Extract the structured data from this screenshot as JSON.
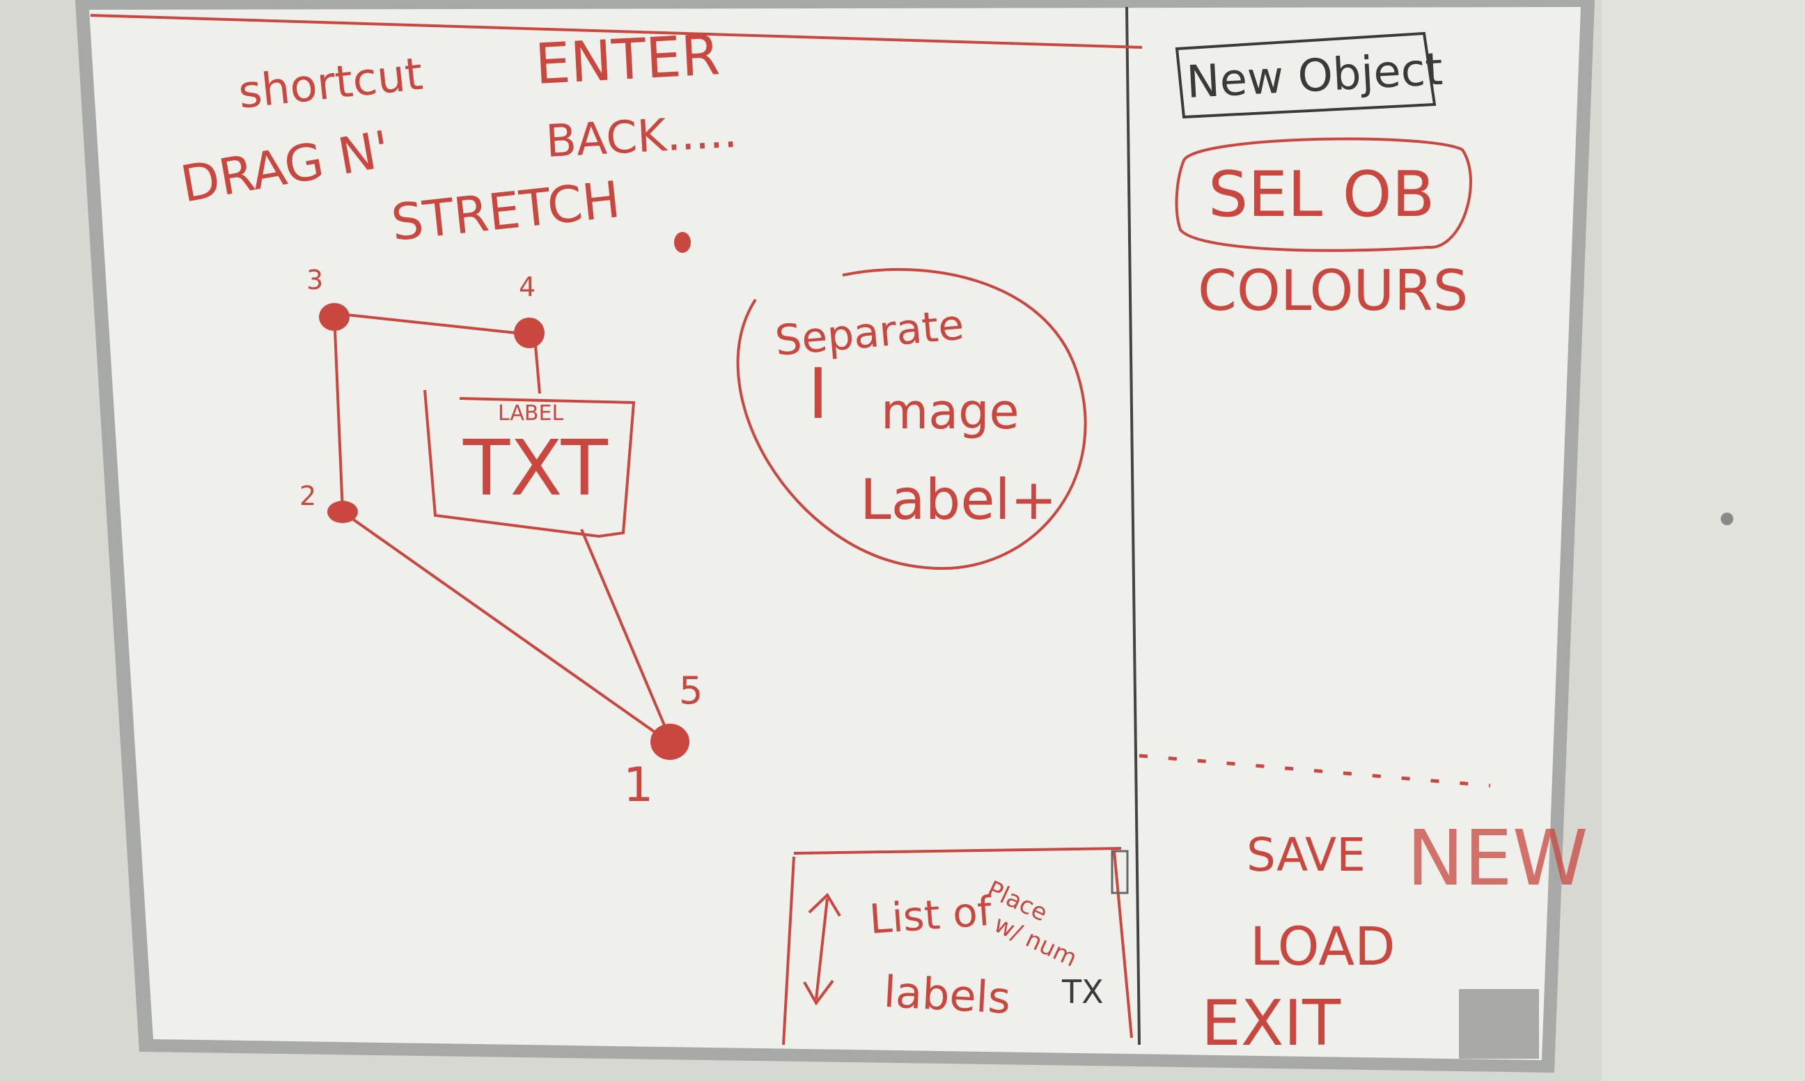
{
  "photo": {
    "subject": "whiteboard-sketch",
    "ink_colors": {
      "red": "#c9473f",
      "black": "#3a3a3a",
      "grey": "#8a8a8a"
    },
    "board_color": "#efefeb",
    "frame_color": "#a7a9a6"
  },
  "left_panel": {
    "notes": {
      "shortcut": "shortcut",
      "enter": "ENTER",
      "drag": "DRAG N'",
      "back": "BACK.....",
      "stretch": "STRETCH"
    },
    "shape": {
      "label_small": "LABEL",
      "label_txt": "TXT",
      "point_numbers": [
        "1",
        "2",
        "3",
        "4",
        "5"
      ]
    },
    "idea_bubble": {
      "line1": "Separate",
      "line2": "I",
      "line2b": "mage",
      "line3": "Label+"
    },
    "bottom_box": {
      "line1": "List of",
      "line2": "labels",
      "side_text_1": "Place",
      "side_text_2": "w/ num",
      "side_text_3": "TX"
    }
  },
  "right_panel": {
    "new_object": "New Object",
    "sel_ob": "SEL OB",
    "colours": "COLOURS",
    "save": "SAVE",
    "new": "NEW",
    "load": "LOAD",
    "exit": "EXIT"
  }
}
